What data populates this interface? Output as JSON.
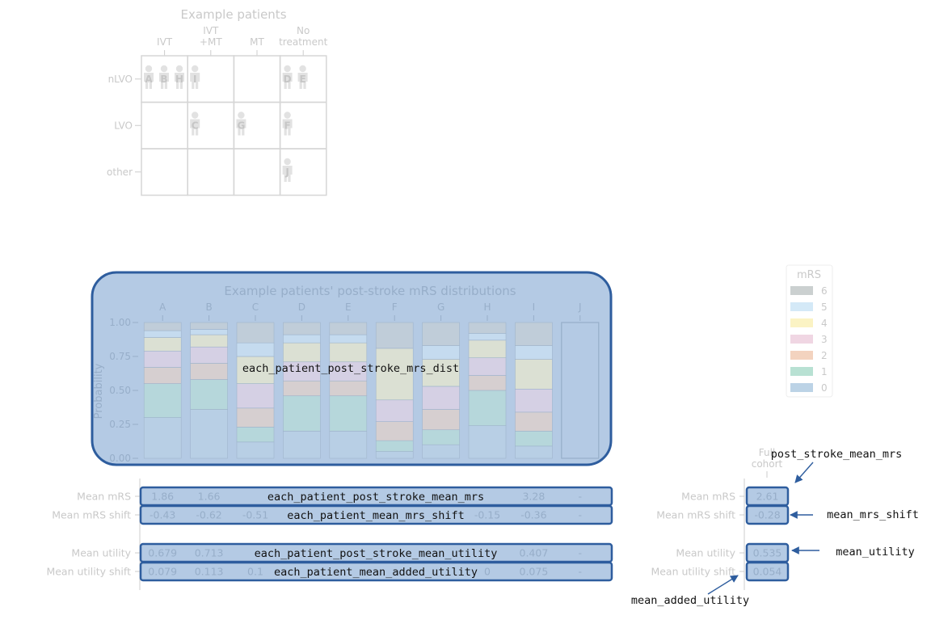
{
  "colors": {
    "faded_text": "#c9c9c9",
    "highlight_fill": "#b4cae4",
    "highlight_stroke": "#2e5d9e",
    "arrow": "#2e5d9e",
    "mrs": [
      "#bcd3e6",
      "#b8e1d3",
      "#f3d3bf",
      "#f0d6e3",
      "#fbf3c4",
      "#d4e9f7",
      "#cbd0d0"
    ]
  },
  "grid": {
    "title": "Example patients",
    "columns": [
      "IVT",
      "IVT\n+MT",
      "MT",
      "No\ntreatment"
    ],
    "rows": [
      "nLVO",
      "LVO",
      "other"
    ],
    "patients": [
      {
        "label": "A",
        "row": 0,
        "col": 0
      },
      {
        "label": "B",
        "row": 0,
        "col": 0
      },
      {
        "label": "H",
        "row": 0,
        "col": 0
      },
      {
        "label": "I",
        "row": 0,
        "col": 1
      },
      {
        "label": "D",
        "row": 0,
        "col": 3
      },
      {
        "label": "E",
        "row": 0,
        "col": 3
      },
      {
        "label": "C",
        "row": 1,
        "col": 1
      },
      {
        "label": "G",
        "row": 1,
        "col": 2
      },
      {
        "label": "F",
        "row": 1,
        "col": 3
      },
      {
        "label": "J",
        "row": 2,
        "col": 3
      }
    ]
  },
  "chart_data": {
    "type": "bar",
    "title": "Example patients' post-stroke mRS distributions",
    "ylabel": "Probability",
    "ylim": [
      0,
      1
    ],
    "yticks": [
      "0.00",
      "0.25",
      "0.50",
      "0.75",
      "1.00"
    ],
    "categories": [
      "A",
      "B",
      "C",
      "D",
      "E",
      "F",
      "G",
      "H",
      "I",
      "J"
    ],
    "stacked": true,
    "series": [
      {
        "name": "0",
        "values": [
          0.3,
          0.36,
          0.12,
          0.2,
          0.2,
          0.05,
          0.1,
          0.24,
          0.09,
          0
        ]
      },
      {
        "name": "1",
        "values": [
          0.25,
          0.22,
          0.11,
          0.26,
          0.26,
          0.08,
          0.11,
          0.26,
          0.11,
          0
        ]
      },
      {
        "name": "2",
        "values": [
          0.12,
          0.12,
          0.14,
          0.11,
          0.11,
          0.14,
          0.15,
          0.11,
          0.14,
          0
        ]
      },
      {
        "name": "3",
        "values": [
          0.12,
          0.12,
          0.18,
          0.14,
          0.14,
          0.16,
          0.17,
          0.13,
          0.17,
          0
        ]
      },
      {
        "name": "4",
        "values": [
          0.1,
          0.09,
          0.2,
          0.14,
          0.14,
          0.38,
          0.2,
          0.13,
          0.22,
          0
        ]
      },
      {
        "name": "5",
        "values": [
          0.05,
          0.04,
          0.1,
          0.06,
          0.06,
          0.0,
          0.1,
          0.05,
          0.1,
          0
        ]
      },
      {
        "name": "6",
        "values": [
          0.06,
          0.05,
          0.15,
          0.09,
          0.09,
          0.19,
          0.17,
          0.08,
          0.17,
          0
        ]
      }
    ]
  },
  "legend": {
    "title": "mRS",
    "entries": [
      "6",
      "5",
      "4",
      "3",
      "2",
      "1",
      "0"
    ]
  },
  "table": {
    "row_labels": [
      "Mean mRS",
      "Mean mRS shift",
      "Mean utility",
      "Mean utility shift"
    ],
    "mean_mrs": [
      "1.86",
      "1.66",
      "",
      "",
      "",
      "",
      "",
      "",
      "3.28",
      "-"
    ],
    "mean_mrs_shift": [
      "-0.43",
      "-0.62",
      "-0.51",
      "",
      "",
      "",
      "",
      "-0.15",
      "-0.36",
      "-"
    ],
    "mean_utility": [
      "0.679",
      "0.713",
      "",
      "",
      "",
      "",
      "",
      "",
      "0.407",
      "-"
    ],
    "mean_utility_shift": [
      "0.079",
      "0.113",
      "0.1",
      "",
      "",
      "",
      "",
      "0",
      "0.075",
      "-"
    ],
    "full_cohort_label": "Full\ncohort",
    "full_cohort": [
      "2.61",
      "-0.28",
      "0.535",
      "0.054"
    ]
  },
  "annotations": {
    "dist_box": "each_patient_post_stroke_mrs_dist",
    "mean_mrs_box": "each_patient_post_stroke_mean_mrs",
    "mrs_shift_box": "each_patient_mean_mrs_shift",
    "utility_box": "each_patient_post_stroke_mean_utility",
    "utility_shift_box": "each_patient_mean_added_utility",
    "post_stroke_mean_mrs": "post_stroke_mean_mrs",
    "mean_mrs_shift": "mean_mrs_shift",
    "mean_utility": "mean_utility",
    "mean_added_utility": "mean_added_utility"
  }
}
